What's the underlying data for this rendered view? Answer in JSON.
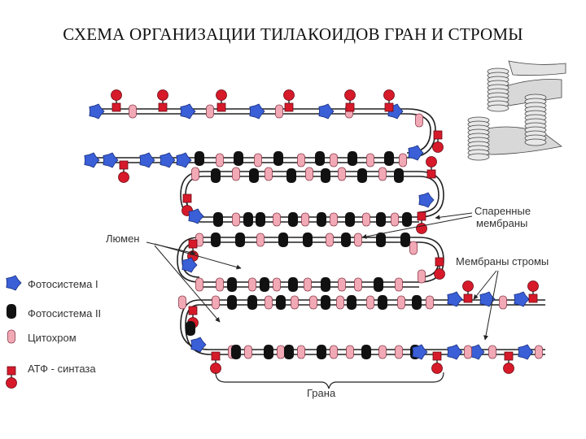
{
  "title": "СХЕМА ОРГАНИЗАЦИИ ТИЛАКОИДОВ ГРАН И СТРОМЫ",
  "labels": {
    "paired": [
      "Спаренные",
      "мембраны"
    ],
    "lumen": "Люмен",
    "stroma": "Мембраны стромы",
    "grana": "Грана"
  },
  "legend": [
    {
      "icon": "photosystem-1",
      "text": "Фотосистема I"
    },
    {
      "icon": "photosystem-2",
      "text": "Фотосистема II"
    },
    {
      "icon": "cytochrome",
      "text": "Цитохром"
    },
    {
      "icon": "atp-synthase",
      "text": "АТФ - синтаза"
    }
  ],
  "colors": {
    "photosystem_1": "#3a5fd6",
    "photosystem_2": "#111111",
    "cytochrome": "#f2a9b6",
    "atp_synthase": "#d61a2a",
    "membrane": "#222222"
  }
}
